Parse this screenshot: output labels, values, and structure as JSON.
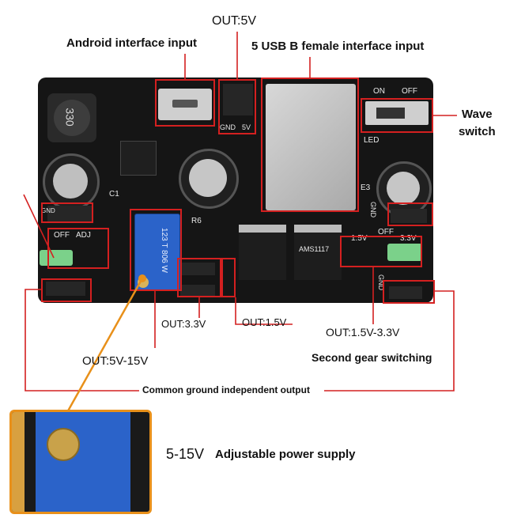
{
  "labels": {
    "out_5v": "OUT:5V",
    "android_input": "Android interface input",
    "usb_b_input": "5 USB B female interface input",
    "wave_switch_line1": "Wave",
    "wave_switch_line2": "switch",
    "out_3v3": "OUT:3.3V",
    "out_1v5": "OUT:1.5V",
    "out_1v5_3v3": "OUT:1.5V-3.3V",
    "second_gear": "Second gear switching",
    "out_5v_15v": "OUT:5V-15V",
    "common_ground": "Common ground independent output",
    "adjustable_prefix": "5-15V",
    "adjustable_suffix": "Adjustable power supply"
  },
  "silkscreen": {
    "on": "ON",
    "off": "OFF",
    "gnd": "GND",
    "v5": "5V",
    "led": "LED",
    "off_left": "OFF",
    "adj": "ADJ",
    "gnd_left": "GND",
    "gnd_right": "GND",
    "gnd_right2": "GND",
    "off_right": "OFF",
    "v1_5": "1.5V",
    "v3_3": "3.3V",
    "ams": "AMS1117",
    "r6": "R6",
    "e3": "E3",
    "c1": "C1",
    "cap330": "330",
    "pot": "123 T 806 W"
  },
  "colors": {
    "board": "#151515",
    "highlight": "#d42020",
    "leader": "#e8901a",
    "pot": "#2b63c9",
    "switch_green": "#7bd18a"
  }
}
